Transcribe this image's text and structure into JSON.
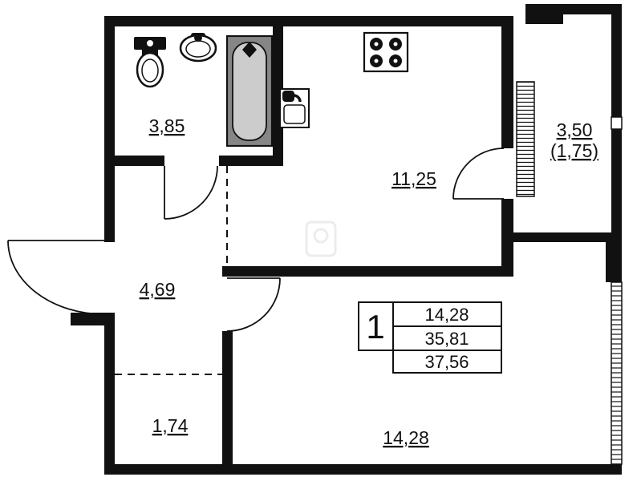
{
  "floorplan": {
    "rooms": {
      "bathroom": {
        "area": "3,85"
      },
      "kitchen": {
        "area": "11,25"
      },
      "hallway": {
        "area": "4,69"
      },
      "storage": {
        "area": "1,74"
      },
      "living_room": {
        "area": "14,28"
      },
      "balcony": {
        "area": "3,50",
        "reduced_area": "(1,75)"
      }
    },
    "info_box": {
      "room_count": "1",
      "living_area": "14,28",
      "apartment_area": "35,81",
      "total_area": "37,56"
    },
    "colors": {
      "wall": "#111111",
      "tub_surround": "#868686",
      "tub_inner": "#cccccc"
    }
  }
}
